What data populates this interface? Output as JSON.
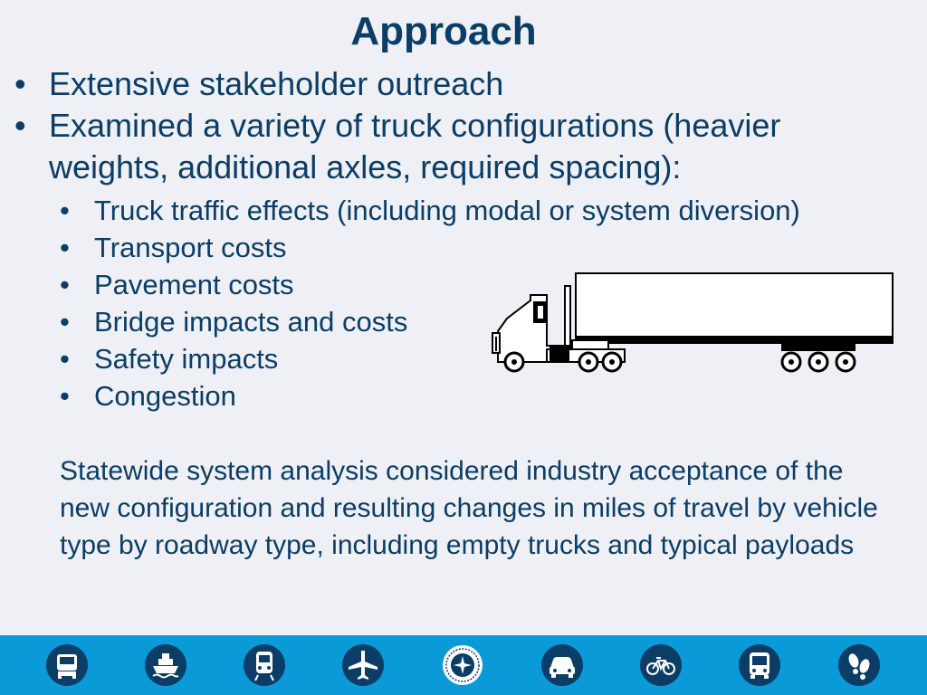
{
  "title": "Approach",
  "bullets": [
    "Extensive stakeholder outreach",
    "Examined a variety of truck configurations (heavier weights, additional axles, required spacing):"
  ],
  "sub_bullets": [
    "Truck traffic effects (including modal or system diversion)",
    "Transport costs",
    "Pavement costs",
    "Bridge impacts and costs",
    "Safety impacts",
    "Congestion"
  ],
  "summary": "Statewide system analysis considered industry acceptance of the new configuration and resulting changes in miles of travel by vehicle type by roadway type, including empty trucks and typical payloads",
  "bullet_glyph": "•",
  "footer": {
    "background": "#0a9ad8",
    "icons": [
      "truck-icon",
      "ship-icon",
      "train-icon",
      "airplane-icon",
      "mndot-seal-icon",
      "car-icon",
      "bicycle-icon",
      "bus-icon",
      "footprints-icon"
    ]
  },
  "colors": {
    "text": "#0b3d66",
    "icon_fill": "#0b3d66"
  }
}
